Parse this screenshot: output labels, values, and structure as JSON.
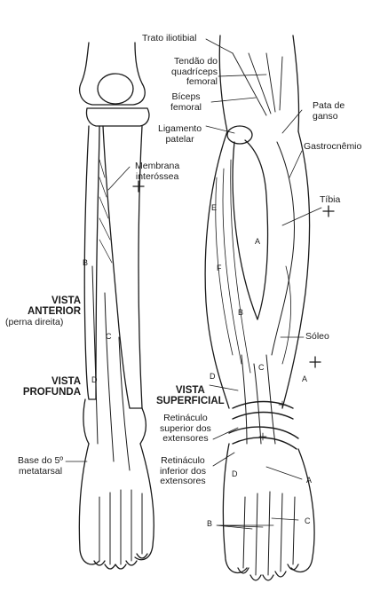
{
  "labels": {
    "trato_iliotibial": "Trato iliotibial",
    "tendao_quadriceps": [
      "Tendão do",
      "quadríceps",
      "femoral"
    ],
    "biceps_femoral": [
      "Bíceps",
      "femoral"
    ],
    "ligamento_patelar": [
      "Ligamento",
      "patelar"
    ],
    "pata_de_ganso": [
      "Pata de",
      "ganso"
    ],
    "gastrocnemio": "Gastrocnêmio",
    "membrana_interossea": [
      "Membrana",
      "interóssea"
    ],
    "tibia": "Tíbia",
    "vista_anterior": [
      "VISTA",
      "ANTERIOR"
    ],
    "perna_direita": "(perna direita)",
    "soleo": "Sóleo",
    "vista_profunda": [
      "VISTA",
      "PROFUNDA"
    ],
    "vista_superficial": [
      "VISTA",
      "SUPERFICIAL"
    ],
    "retinaculo_superior": [
      "Retináculo",
      "superior dos",
      "extensores"
    ],
    "retinaculo_inferior": [
      "Retináculo",
      "inferior dos",
      "extensores"
    ],
    "base_5_metatarsal": [
      "Base do 5º",
      "metatarsal"
    ]
  },
  "letters": {
    "E": "E",
    "A": "A",
    "F": "F",
    "B": "B",
    "C": "C",
    "D": "D"
  },
  "colors": {
    "ink": "#1a1a1a",
    "paper": "#ffffff"
  }
}
